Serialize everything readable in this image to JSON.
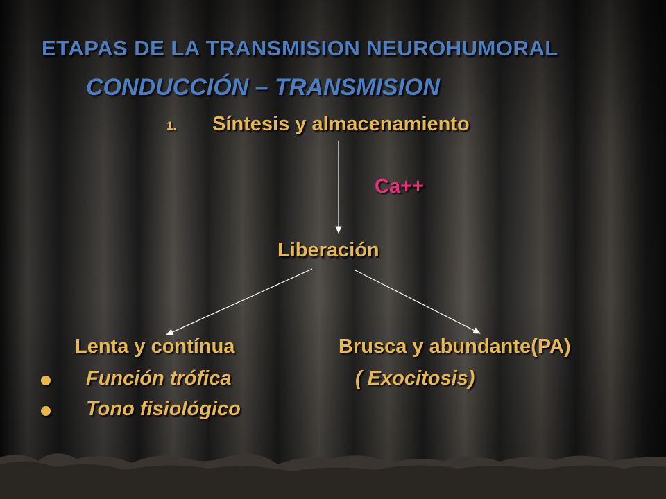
{
  "slide": {
    "title": "ETAPAS DE LA TRANSMISION NEUROHUMORAL",
    "subtitle": "CONDUCCIÓN – TRANSMISION",
    "step_number": "1.",
    "step_label": "Síntesis y almacenamiento",
    "calcium_label": "Ca++",
    "release_label": "Liberación",
    "left_branch_label": "Lenta y contínua",
    "right_branch_label": "Brusca y abundante(PA)",
    "right_branch_note": "( Exocitosis)",
    "left_items": [
      "Función trófica",
      "Tono fisiológico"
    ]
  },
  "colors": {
    "title": "#4a7fc4",
    "text": "#e8b84a",
    "calcium": "#f02c7c",
    "arrows": "#ffffff"
  }
}
